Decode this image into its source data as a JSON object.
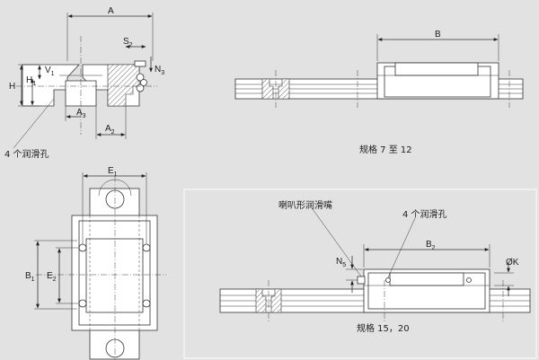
{
  "labels": {
    "A": "A",
    "S2": "S",
    "S2_sub": "2",
    "N3": "N",
    "N3_sub": "3",
    "V1": "V",
    "V1_sub": "1",
    "H": "H",
    "H1": "H",
    "H1_sub": "1",
    "A3": "A",
    "A3_sub": "3",
    "A2": "A",
    "A2_sub": "2",
    "B": "B",
    "E1": "E",
    "E1_sub": "1",
    "B1": "B",
    "B1_sub": "1",
    "E2": "E",
    "E2_sub": "2",
    "B2": "B",
    "B2_sub": "2",
    "N5": "N",
    "N5_sub": "5",
    "K": "ØK"
  },
  "captions": {
    "lube_holes_left": "4 个润滑孔",
    "sizes_7_12": "规格 7 至 12",
    "grease_nipple": "喇叭形润滑嘴",
    "lube_holes_right": "4 个润滑孔",
    "sizes_15_20": "规格 15，20"
  }
}
